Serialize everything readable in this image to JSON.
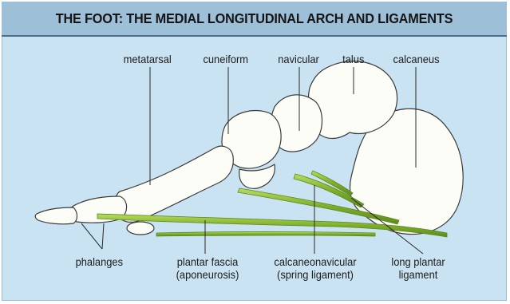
{
  "title": "THE FOOT: THE MEDIAL LONGITUDINAL ARCH AND LIGAMENTS",
  "labels": {
    "metatarsal": "metatarsal",
    "cuneiform": "cuneiform",
    "navicular": "navicular",
    "talus": "talus",
    "calcaneus": "calcaneus",
    "phalanges": "phalanges",
    "plantar_fascia": [
      "plantar fascia",
      "(aponeurosis)"
    ],
    "calcaneonavicular": [
      "calcaneonavicular",
      "(spring ligament)"
    ],
    "long_plantar": [
      "long plantar",
      "ligament"
    ]
  },
  "colors": {
    "panel_bg": "#c9e3f2",
    "title_bg": "#9dbfd8",
    "bone_fill": "#fdfdf8",
    "bone_outline": "#3a3a3a",
    "ligament_green": "#8fbe3a"
  }
}
